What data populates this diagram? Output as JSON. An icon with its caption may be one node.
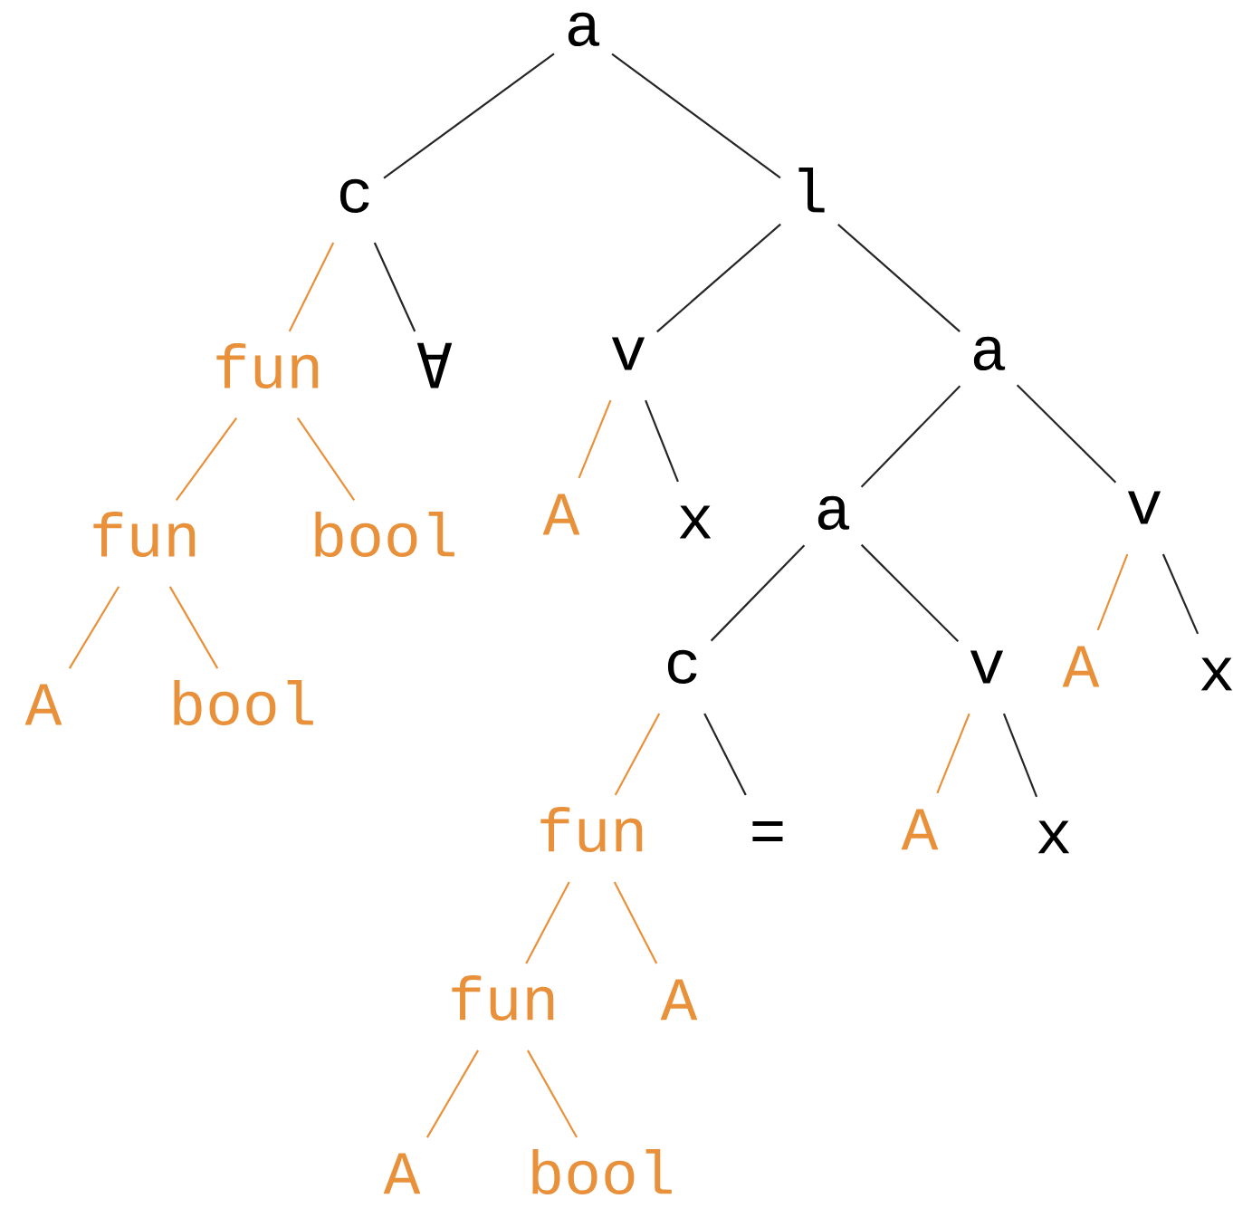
{
  "diagram": {
    "nodes": [
      {
        "text": [
          "a"
        ]
      },
      {
        "text": [
          "c"
        ]
      },
      {
        "text": [
          "l"
        ]
      },
      {
        "text": [
          "fun"
        ]
      },
      {
        "text": [
          "∀"
        ]
      },
      {
        "text": [
          "v"
        ]
      },
      {
        "text": [
          "a"
        ]
      },
      {
        "text": [
          "fun"
        ]
      },
      {
        "text": [
          "bool"
        ]
      },
      {
        "text": [
          "A"
        ]
      },
      {
        "text": [
          "x"
        ]
      },
      {
        "text": [
          "a"
        ]
      },
      {
        "text": [
          "v"
        ]
      },
      {
        "text": [
          "A"
        ]
      },
      {
        "text": [
          "bool"
        ]
      },
      {
        "text": [
          "c"
        ]
      },
      {
        "text": [
          "v"
        ]
      },
      {
        "text": [
          "A"
        ]
      },
      {
        "text": [
          "x"
        ]
      },
      {
        "text": [
          "fun"
        ]
      },
      {
        "text": [
          "="
        ]
      },
      {
        "text": [
          "A"
        ]
      },
      {
        "text": [
          "x"
        ]
      },
      {
        "text": [
          "fun"
        ]
      },
      {
        "text": [
          "A"
        ]
      },
      {
        "text": [
          "A"
        ]
      },
      {
        "text": [
          "bool"
        ]
      }
    ],
    "edges": [
      {
        "from": 0,
        "to": 1,
        "arrow": "none"
      },
      {
        "from": 0,
        "to": 2,
        "arrow": "none"
      },
      {
        "from": 1,
        "to": 3,
        "arrow": "none",
        "color": "#e8913a"
      },
      {
        "from": 1,
        "to": 4,
        "arrow": "none"
      },
      {
        "from": 2,
        "to": 5,
        "arrow": "none"
      },
      {
        "from": 2,
        "to": 6,
        "arrow": "none"
      },
      {
        "from": 3,
        "to": 7,
        "arrow": "none",
        "color": "#e8913a"
      },
      {
        "from": 3,
        "to": 8,
        "arrow": "none",
        "color": "#e8913a"
      },
      {
        "from": 5,
        "to": 9,
        "arrow": "none",
        "color": "#e8913a"
      },
      {
        "from": 5,
        "to": 10,
        "arrow": "none"
      },
      {
        "from": 6,
        "to": 11,
        "arrow": "none"
      },
      {
        "from": 6,
        "to": 12,
        "arrow": "none"
      },
      {
        "from": 7,
        "to": 13,
        "arrow": "none",
        "color": "#e8913a"
      },
      {
        "from": 7,
        "to": 14,
        "arrow": "none",
        "color": "#e8913a"
      },
      {
        "from": 11,
        "to": 15,
        "arrow": "none"
      },
      {
        "from": 11,
        "to": 16,
        "arrow": "none"
      },
      {
        "from": 12,
        "to": 17,
        "arrow": "none",
        "color": "#e8913a"
      },
      {
        "from": 12,
        "to": 18,
        "arrow": "none"
      },
      {
        "from": 15,
        "to": 19,
        "arrow": "none",
        "color": "#e8913a"
      },
      {
        "from": 15,
        "to": 20,
        "arrow": "none"
      },
      {
        "from": 16,
        "to": 21,
        "arrow": "none",
        "color": "#e8913a"
      },
      {
        "from": 16,
        "to": 22,
        "arrow": "none"
      },
      {
        "from": 19,
        "to": 23,
        "arrow": "none",
        "color": "#e8913a"
      },
      {
        "from": 19,
        "to": 24,
        "arrow": "none",
        "color": "#e8913a"
      },
      {
        "from": 23,
        "to": 25,
        "arrow": "none",
        "color": "#e8913a"
      },
      {
        "from": 23,
        "to": 26,
        "arrow": "none",
        "color": "#e8913a"
      }
    ]
  }
}
